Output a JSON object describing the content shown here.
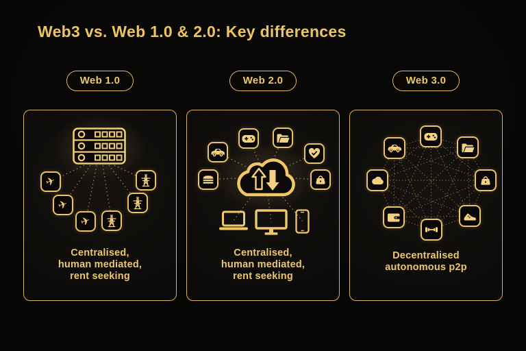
{
  "title": "Web3 vs. Web 1.0 & 2.0: Key differences",
  "colors": {
    "background": "#060605",
    "gold_text": "#ebc466",
    "gold_border": "#d8b45c",
    "gold_icon": "#f3d184",
    "dotted_line": "#a1854a"
  },
  "panels": [
    {
      "label": "Web 1.0",
      "caption_lines": [
        "Centralised,",
        "human mediated,",
        "rent seeking"
      ],
      "hub_icon": "server-rack-icon",
      "spoke_icons": [
        "airplane",
        "airplane",
        "airplane",
        "power-pylon",
        "power-pylon",
        "power-pylon"
      ],
      "topology": "hub-and-spoke"
    },
    {
      "label": "Web 2.0",
      "caption_lines": [
        "Centralised,",
        "human mediated,",
        "rent seeking"
      ],
      "hub_icon": "cloud-sync-icon",
      "spoke_icons": [
        "car",
        "gamepad",
        "folder",
        "heart-check",
        "burger",
        "handbag",
        "laptop",
        "desktop-monitor",
        "smartphone"
      ],
      "topology": "hub-and-spoke"
    },
    {
      "label": "Web 3.0",
      "caption_lines": [
        "Decentralised",
        "autonomous p2p"
      ],
      "node_icons": [
        "gamepad",
        "car",
        "folder",
        "cloud",
        "handbag",
        "wallet",
        "sneaker",
        "dumbbell"
      ],
      "topology": "peer-to-peer-mesh"
    }
  ]
}
